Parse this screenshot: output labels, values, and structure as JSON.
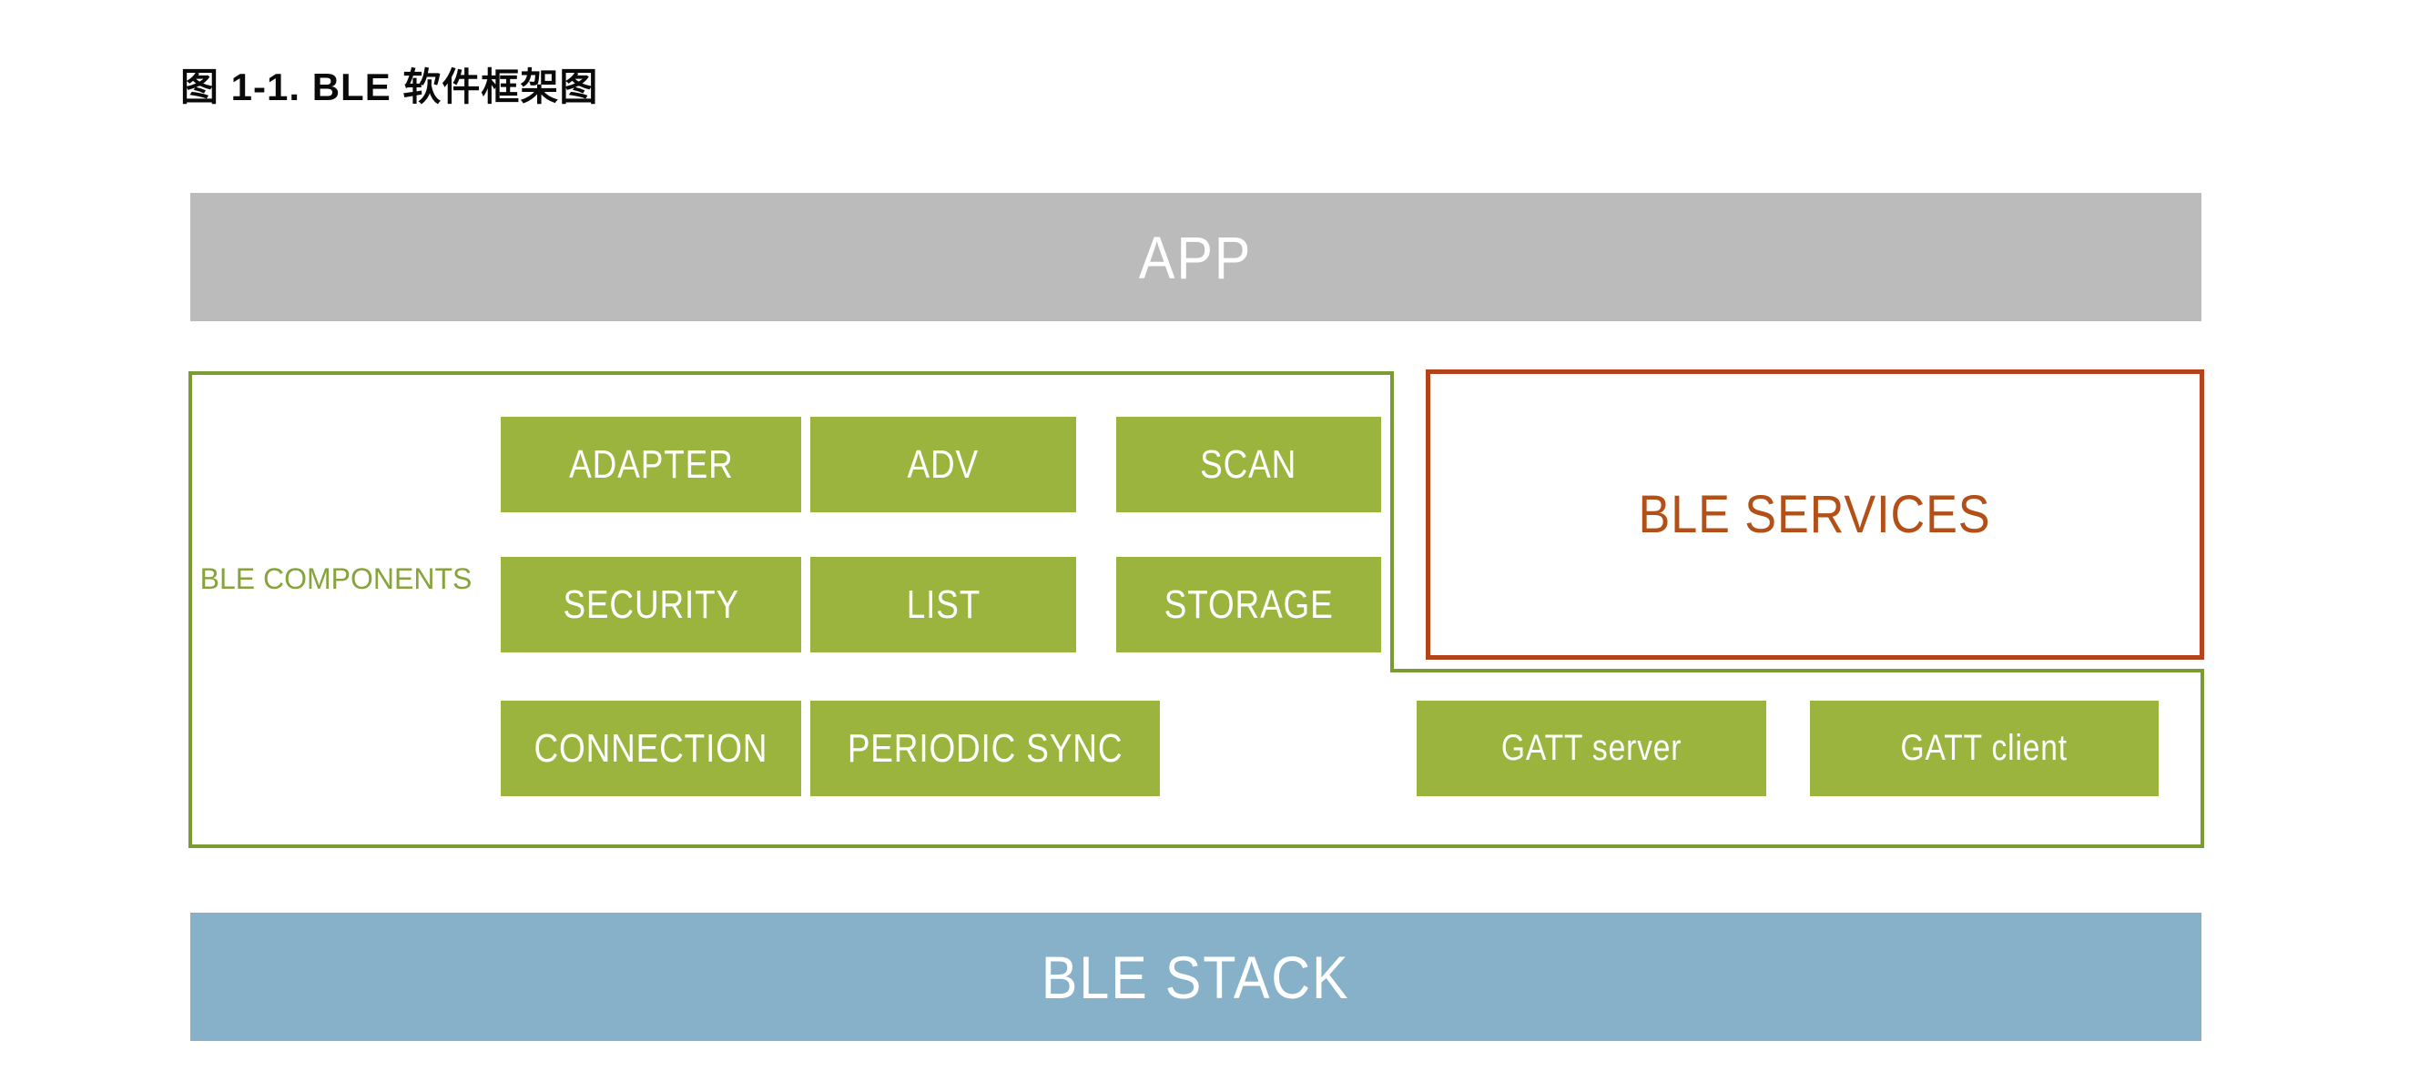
{
  "page_title": "图 1-1. BLE 软件框架图",
  "layers": {
    "app": {
      "label": "APP"
    },
    "ble_stack": {
      "label": "BLE STACK"
    }
  },
  "components_panel": {
    "label": "BLE COMPONENTS",
    "row1": [
      "ADAPTER",
      "ADV",
      "SCAN"
    ],
    "row2": [
      "SECURITY",
      "LIST",
      "STORAGE"
    ],
    "row3": [
      "CONNECTION",
      "PERIODIC SYNC"
    ]
  },
  "services_panel": {
    "label": "BLE SERVICES"
  },
  "gatt": {
    "server": "GATT server",
    "client": "GATT client"
  },
  "colors": {
    "green_fill": "#9AB43E",
    "green_border": "#7D9B35",
    "green_text": "#86A33C",
    "red_border": "#B4431B",
    "red_text": "#B25018",
    "gray_fill": "#BBBBBB",
    "blue_fill": "#86B1C9",
    "box_text": "#FFFFFF"
  }
}
